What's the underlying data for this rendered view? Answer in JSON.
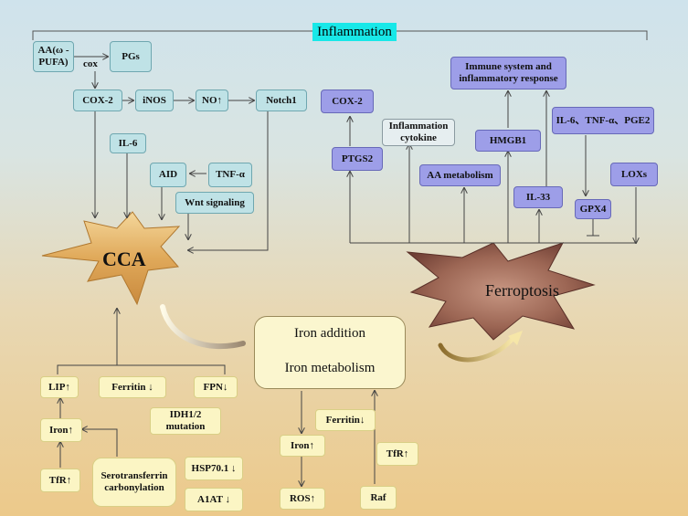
{
  "title": "Inflammation",
  "center": {
    "cca": "CCA",
    "ferroptosis": "Ferroptosis"
  },
  "iron_main": {
    "line1": "Iron addition",
    "line2": "Iron metabolism"
  },
  "labels": {
    "cox": "cox"
  },
  "teal": {
    "aa": "AA(ω - PUFA)",
    "pgs": "PGs",
    "cox2": "COX-2",
    "inos": "iNOS",
    "no": "NO↑",
    "notch1": "Notch1",
    "il6": "IL-6",
    "aid": "AID",
    "tnf": "TNF-α",
    "wnt": "Wnt signaling"
  },
  "purple": {
    "immune": "Immune system and inflammatory response",
    "cox2": "COX-2",
    "cytokine": "Inflammation cytokine",
    "hmgb1": "HMGB1",
    "il_group": "IL-6、TNF-α、PGE2",
    "ptgs2": "PTGS2",
    "aa_metab": "AA metabolism",
    "il33": "IL-33",
    "gpx4": "GPX4",
    "loxs": "LOXs"
  },
  "yellow": {
    "lip": "LIP↑",
    "ferritin_down": "Ferritin ↓",
    "fpn": "FPN↓",
    "idh": "IDH1/2 mutation",
    "iron_up": "Iron↑",
    "tfr_up": "TfR↑",
    "serotransferrin": "Serotransferrin carbonylation",
    "hsp": "HSP70.1 ↓",
    "a1at": "A1AT ↓",
    "iron_up2": "Iron↑",
    "ferritin_down2": "Ferritin↓",
    "ros": "ROS↑",
    "tfr_up2": "TfR↑",
    "raf": "Raf"
  }
}
